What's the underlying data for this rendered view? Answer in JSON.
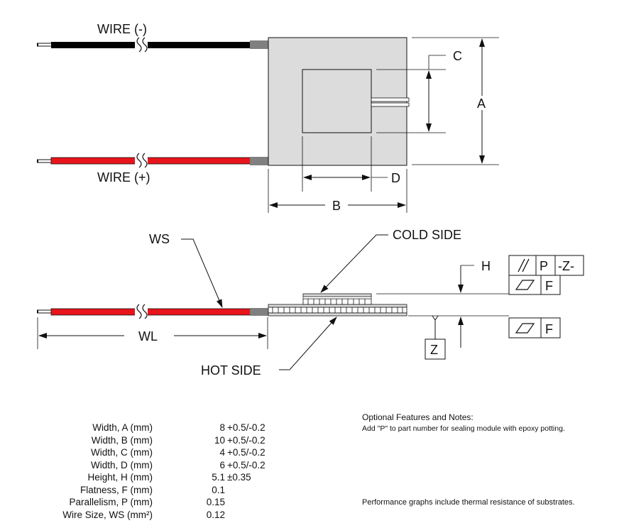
{
  "diagram": {
    "top_view": {
      "wire_negative_label": "WIRE (-)",
      "wire_positive_label": "WIRE (+)",
      "dim_a": "A",
      "dim_b": "B",
      "dim_c": "C",
      "dim_d": "D",
      "colors": {
        "wire_negative": "#000000",
        "wire_positive": "#e8141b",
        "module_fill": "#dcdcdc",
        "tab_fill": "#808080"
      }
    },
    "side_view": {
      "ws_label": "WS",
      "wl_label": "WL",
      "cold_side_label": "COLD SIDE",
      "hot_side_label": "HOT SIDE",
      "dim_h": "H",
      "datum_z": "Z",
      "fcf_parallelism": {
        "symbol": "//",
        "value": "P",
        "datum": "-Z-"
      },
      "fcf_flatness_top": {
        "symbol": "flatness",
        "value": "F"
      },
      "fcf_flatness_bottom": {
        "symbol": "flatness",
        "value": "F"
      }
    }
  },
  "specs": [
    {
      "label": "Width, A (mm)",
      "value": "8",
      "tol": "+0.5/-0.2"
    },
    {
      "label": "Width, B (mm)",
      "value": "10",
      "tol": "+0.5/-0.2"
    },
    {
      "label": "Width, C (mm)",
      "value": "4",
      "tol": "+0.5/-0.2"
    },
    {
      "label": "Width, D (mm)",
      "value": "6",
      "tol": "+0.5/-0.2"
    },
    {
      "label": "Height, H (mm)",
      "value": "5.1",
      "tol": "±0.35"
    },
    {
      "label": "Flatness, F (mm)",
      "value": "0.1",
      "tol": ""
    },
    {
      "label": "Parallelism, P (mm)",
      "value": "0.15",
      "tol": ""
    },
    {
      "label": "Wire Size, WS (mm²)",
      "value": "0.12",
      "tol": ""
    }
  ],
  "notes": {
    "heading": "Optional Features and Notes:",
    "note1": "Add \"P\" to part number for sealing module with epoxy potting.",
    "note2": "Performance graphs include thermal resistance of substrates."
  }
}
